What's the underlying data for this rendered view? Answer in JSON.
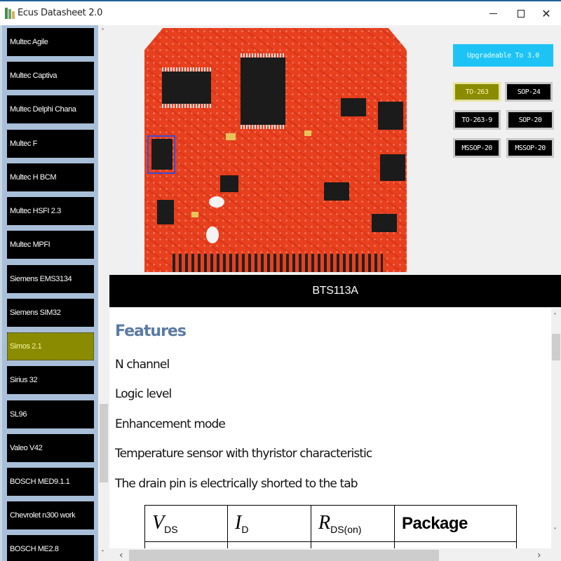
{
  "window": {
    "title": "Ecus Datasheet 2.0",
    "controls": {
      "minimize": "minimize",
      "maximize": "maximize",
      "close": "✕"
    }
  },
  "sidebar": {
    "items": [
      {
        "label": "Multec Agile",
        "active": false
      },
      {
        "label": "Multec Captiva",
        "active": false
      },
      {
        "label": "Multec Delphi Chana",
        "active": false
      },
      {
        "label": "Multec F",
        "active": false
      },
      {
        "label": "Multec H BCM",
        "active": false
      },
      {
        "label": "Multec HSFI 2.3",
        "active": false
      },
      {
        "label": "Multec MPFI",
        "active": false
      },
      {
        "label": "Siemens EMS3134",
        "active": false
      },
      {
        "label": "Siemens SIM32",
        "active": false
      },
      {
        "label": "Simos 2.1",
        "active": true
      },
      {
        "label": "Sirius 32",
        "active": false
      },
      {
        "label": "SL96",
        "active": false
      },
      {
        "label": "Valeo V42",
        "active": false
      },
      {
        "label": "BOSCH MED9.1.1",
        "active": false
      },
      {
        "label": "Chevrolet n300 work",
        "active": false
      },
      {
        "label": "BOSCH ME2.8",
        "active": false
      }
    ],
    "scroll_up": "˄",
    "scroll_down": "˅",
    "active_color": "#8b8b00"
  },
  "main": {
    "upgrade_button": "Upgradeable To 3.0",
    "package_buttons": [
      {
        "label": "TO-263",
        "active": true
      },
      {
        "label": "SOP-24",
        "active": false
      },
      {
        "label": "TO-263-9",
        "active": false
      },
      {
        "label": "SOP-20",
        "active": false
      },
      {
        "label": "MSSOP-20",
        "active": false
      },
      {
        "label": "MSSOP-20",
        "active": false
      }
    ],
    "part_name": "BTS113A",
    "datasheet": {
      "heading": "Features",
      "features": [
        "N channel",
        "Logic level",
        "Enhancement mode",
        "Temperature sensor with thyristor characteristic",
        "The drain pin is electrically shorted to the tab"
      ],
      "table": {
        "headers": [
          {
            "symbol": "V",
            "subscript": "DS"
          },
          {
            "symbol": "I",
            "subscript": "D"
          },
          {
            "symbol": "R",
            "subscript": "DS(on)"
          },
          {
            "symbol": "Package",
            "subscript": ""
          }
        ]
      }
    },
    "scroll": {
      "up": "˄",
      "down": "˅",
      "left": "‹",
      "right": "›"
    },
    "colors": {
      "upgrade_bg": "#1ec3f5",
      "active_pkg": "#8b8b00",
      "heading": "#5b7ba3"
    }
  }
}
